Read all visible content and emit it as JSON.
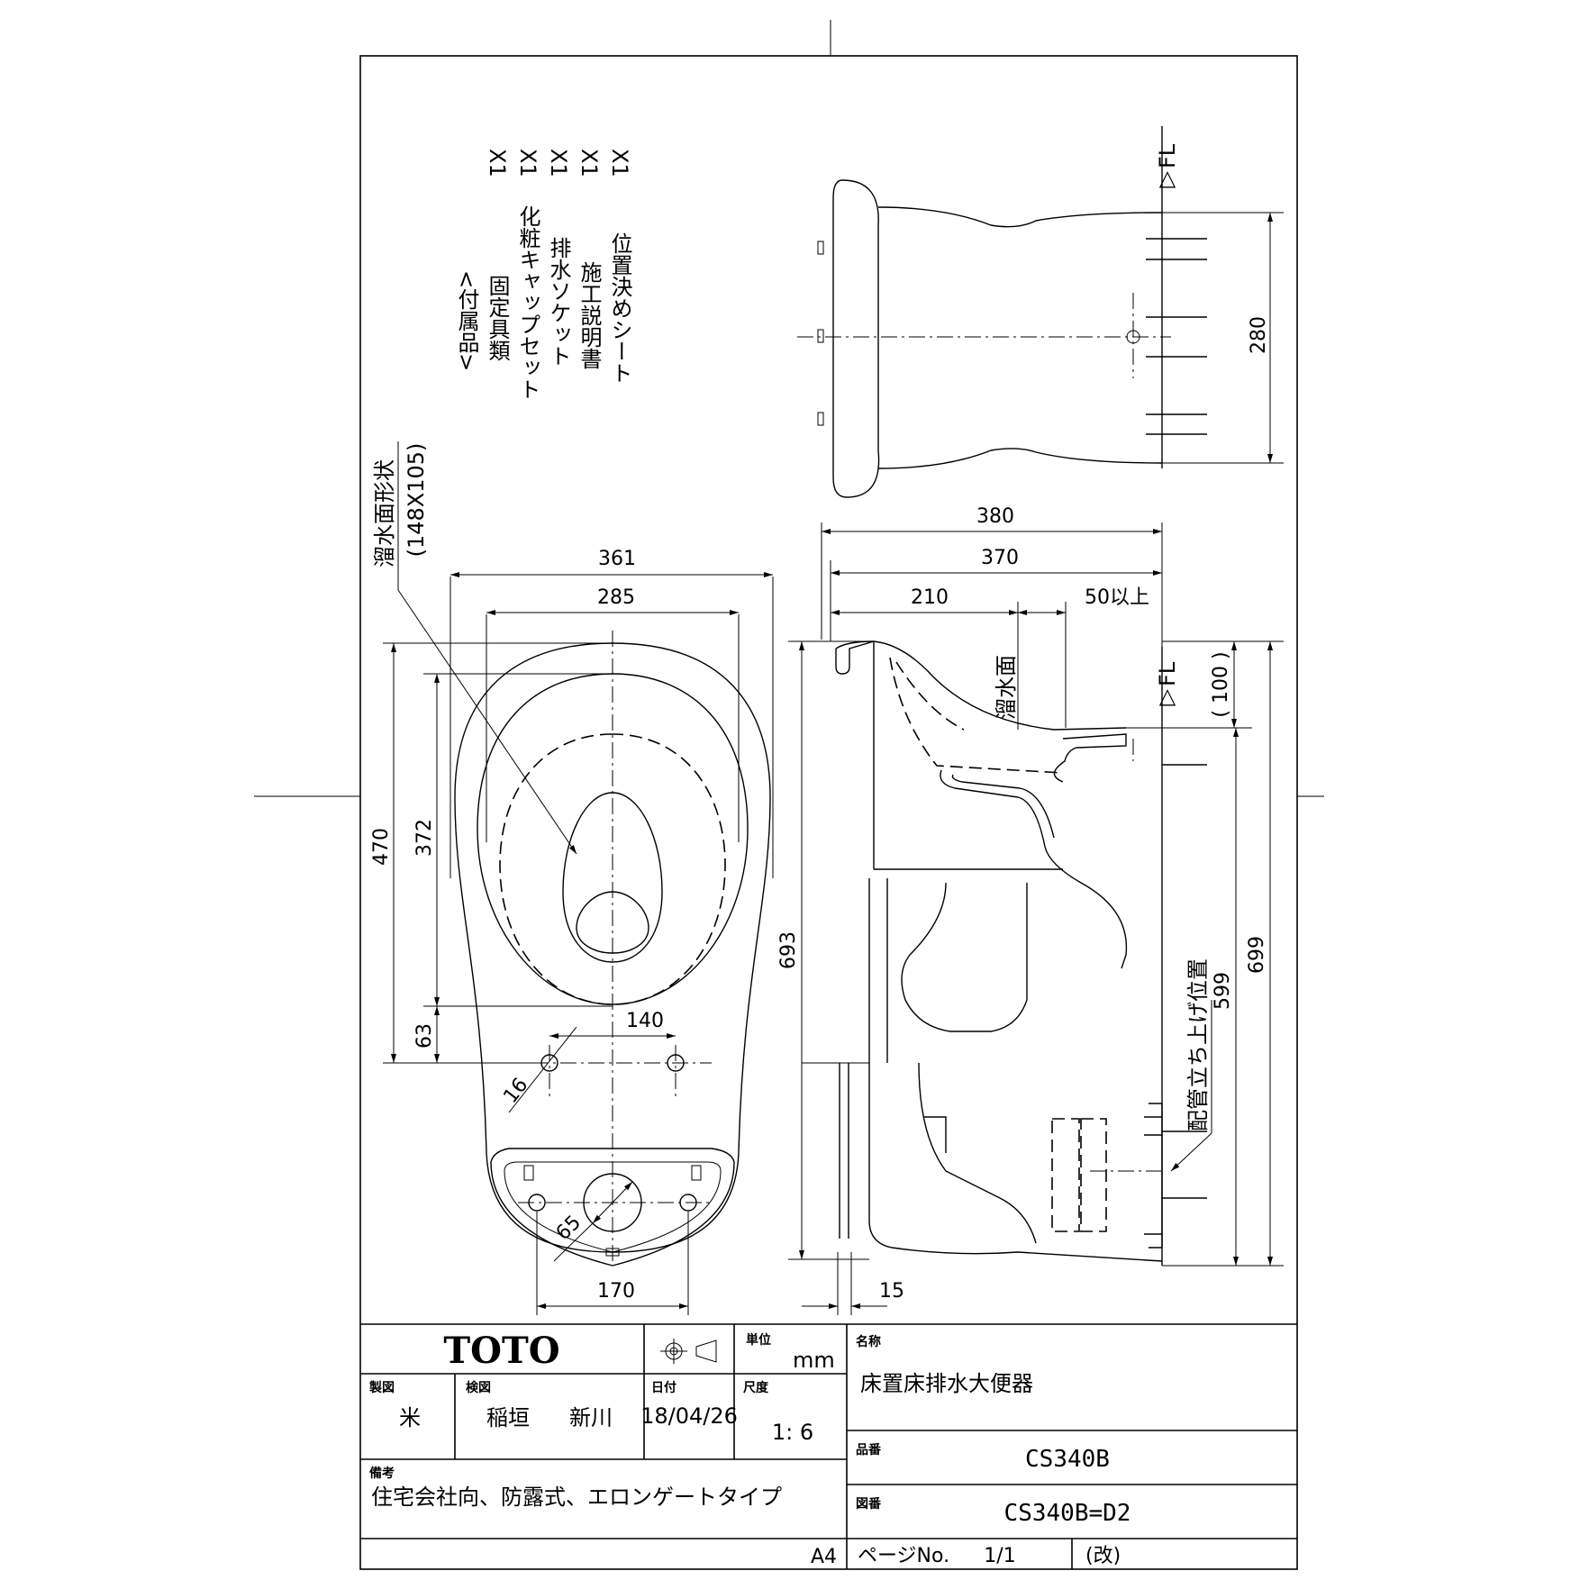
{
  "accessories": {
    "heading": "<付属品>",
    "items": [
      {
        "name": "固定具類",
        "qty": "X1"
      },
      {
        "name": "化粧キャップセット",
        "qty": "X1"
      },
      {
        "name": "排水ソケット",
        "qty": "X1"
      },
      {
        "name": "施工説明書",
        "qty": "X1"
      },
      {
        "name": "位置決めシート",
        "qty": "X1"
      }
    ]
  },
  "annotations": {
    "water_surface_shape": "溜水面形状",
    "water_surface_size": "(148X105)",
    "water_surface": "溜水面",
    "floor_level": "▽FL",
    "floor_level_side": "▽FL",
    "pipe_riser_position": "配管立ち上げ位置"
  },
  "dimensions": {
    "top_280": "280",
    "d380": "380",
    "d370": "370",
    "d210": "210",
    "d50": "50以上",
    "d100": "( 100 )",
    "d361": "361",
    "d285": "285",
    "d470": "470",
    "d372": "372",
    "d63": "63",
    "d140": "140",
    "d16": "16",
    "d65": "65",
    "d170": "170",
    "d15": "15",
    "d693": "693",
    "d699": "699",
    "d599": "599"
  },
  "title_block": {
    "logo": "TOTO",
    "unit_label": "単位",
    "unit_value": "mm",
    "name_label": "名称",
    "name_value": "床置床排水大便器",
    "drawn_label": "製図",
    "drawn_value": "米",
    "checked_label": "検図",
    "checked_value_1": "稲垣",
    "checked_value_2": "新川",
    "date_label": "日付",
    "date_value": "18/04/26",
    "scale_label": "尺度",
    "scale_value": "1: 6",
    "part_label": "品番",
    "part_value": "CS340B",
    "note_label": "備考",
    "note_value": "住宅会社向、防露式、エロンゲートタイプ",
    "drawing_no_label": "図番",
    "drawing_no_value": "CS340B=D2",
    "paper_size": "A4",
    "page_label": "ページNo.",
    "page_value": "1/1",
    "revision_label": "(改)"
  }
}
